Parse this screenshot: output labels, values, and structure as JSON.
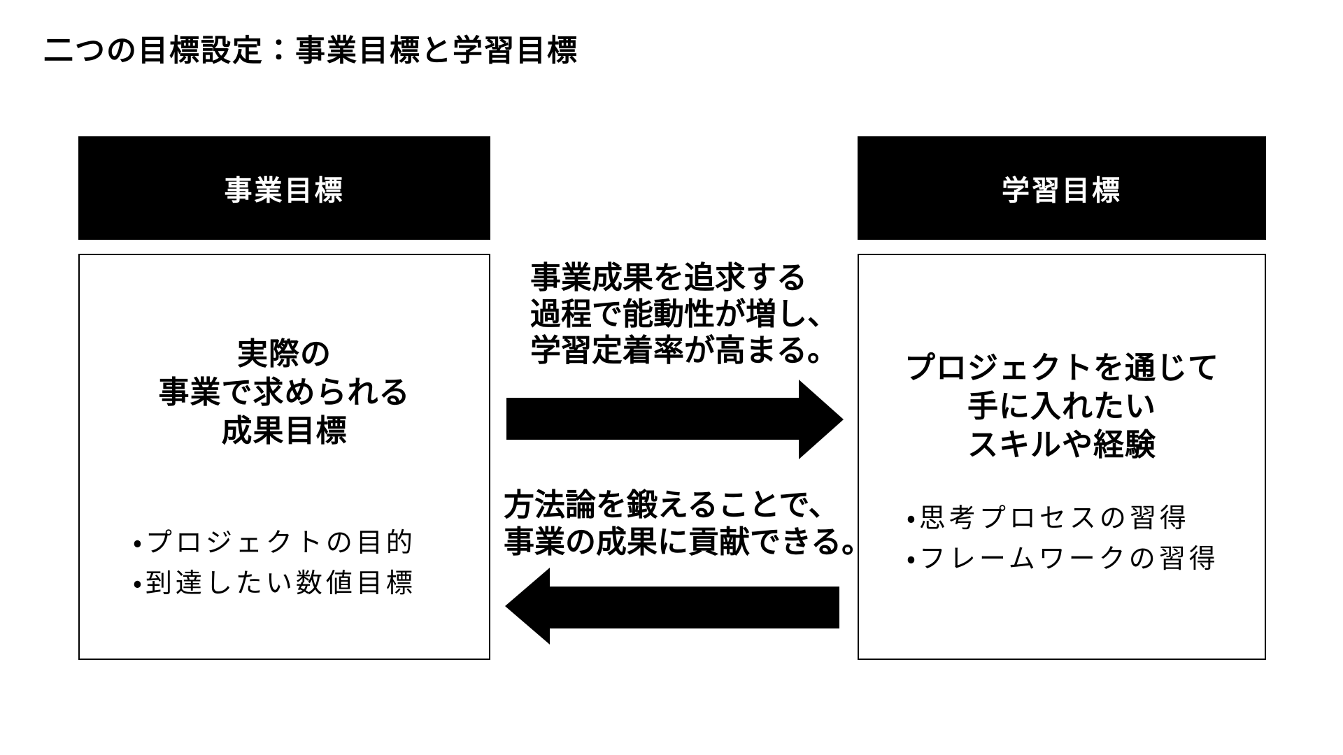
{
  "title": "二つの目標設定：事業目標と学習目標",
  "left_box": {
    "header": "事業目標",
    "heading_lines": [
      "実際の",
      "事業で求められる",
      "成果目標"
    ],
    "bullets": [
      "・プロジェクトの目的",
      "・到達したい数値目標"
    ]
  },
  "right_box": {
    "header": "学習目標",
    "heading_lines": [
      "プロジェクトを通じて",
      "手に入れたい",
      "スキルや経験"
    ],
    "bullets": [
      "・思考プロセスの習得",
      "・フレームワークの習得"
    ]
  },
  "arrows": {
    "forward": {
      "direction": "right",
      "label_lines": [
        "事業成果を追求する",
        "過程で能動性が増し、",
        "学習定着率が高まる。"
      ]
    },
    "backward": {
      "direction": "left",
      "label_lines": [
        "方法論を鍛えることで、",
        "事業の成果に貢献できる。"
      ]
    }
  },
  "colors": {
    "foreground": "#000000",
    "background": "#ffffff",
    "header_bg": "#000000",
    "header_text": "#ffffff"
  }
}
